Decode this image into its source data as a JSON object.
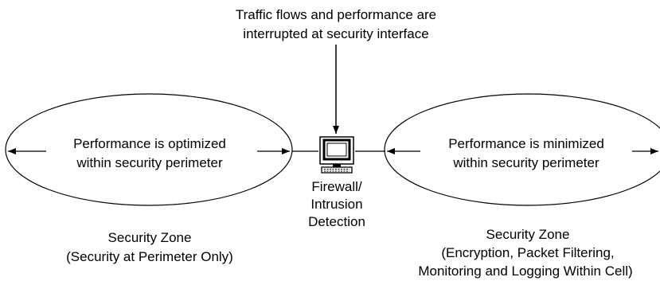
{
  "top_note": {
    "line1": "Traffic flows and performance are",
    "line2": "interrupted at security interface"
  },
  "left_zone": {
    "inner_line1": "Performance is optimized",
    "inner_line2": "within security perimeter",
    "caption_line1": "Security Zone",
    "caption_line2": "(Security at Perimeter Only)"
  },
  "right_zone": {
    "inner_line1": "Performance is minimized",
    "inner_line2": "within security perimeter",
    "caption_line1": "Security Zone",
    "caption_line2": "(Encryption, Packet Filtering,",
    "caption_line3": "Monitoring and Logging Within Cell)"
  },
  "firewall": {
    "icon": "computer-terminal-icon",
    "label_line1": "Firewall/",
    "label_line2": "Intrusion",
    "label_line3": "Detection"
  }
}
